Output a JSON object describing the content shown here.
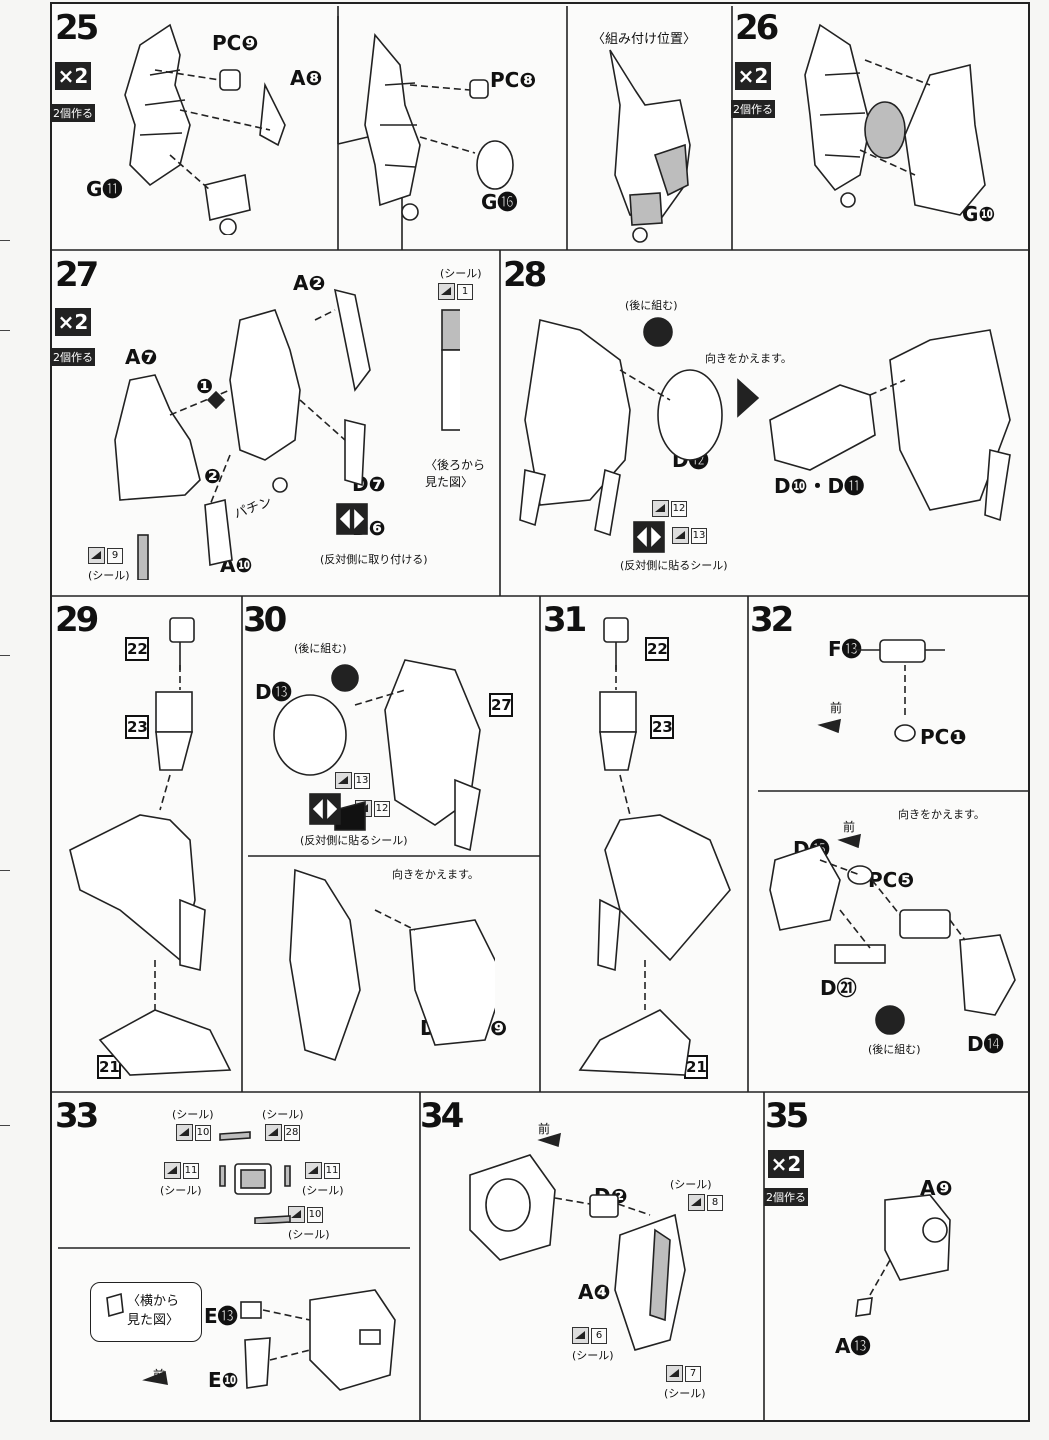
{
  "steps": {
    "s25": {
      "number": "25",
      "multiplier": "×2",
      "make_count": "2個作る",
      "labels": [
        "PC❾",
        "A❽",
        "G⓫"
      ]
    },
    "s25b": {
      "labels": [
        "PC❽",
        "G⓰"
      ]
    },
    "s25c": {
      "caption": "〈組み付け位置〉"
    },
    "s26": {
      "number": "26",
      "multiplier": "×2",
      "make_count": "2個作る",
      "labels": [
        "G❿"
      ]
    },
    "s27": {
      "number": "27",
      "multiplier": "×2",
      "make_count": "2個作る",
      "labels": [
        "A❷",
        "A❼",
        "D❼",
        "A❿"
      ],
      "order_1": "❶",
      "order_2": "❷",
      "snap_text": "パチン",
      "sticker_label": "(シール)",
      "sticker_top_num": "1",
      "sticker_bottom_num": "9",
      "opposite_side": "D❻",
      "opposite_caption": "(反対側に取り付ける)",
      "rear_view": "〈後ろから見た図〉"
    },
    "s28": {
      "number": "28",
      "assemble_later": "(後に組む)",
      "turn_around": "向きをかえます。",
      "labels": [
        "D⓬",
        "D❿・D⓫"
      ],
      "sticker_a": "12",
      "sticker_b": "13",
      "opposite_sticker_caption": "(反対側に貼るシール)"
    },
    "s29": {
      "number": "29",
      "parts": [
        "22",
        "23",
        "21"
      ]
    },
    "s30": {
      "number": "30",
      "assemble_later": "(後に組む)",
      "labels": [
        "D⓭",
        "D❽・D❾"
      ],
      "ref": "27",
      "sticker_a": "13",
      "sticker_b": "12",
      "opposite_sticker_caption": "(反対側に貼るシール)",
      "turn_around": "向きをかえます。"
    },
    "s31": {
      "number": "31",
      "parts": [
        "22",
        "23",
        "21"
      ]
    },
    "s32": {
      "number": "32",
      "labels": [
        "F⓭",
        "PC❶",
        "D⓯",
        "PC❺",
        "D㉑",
        "D⓮"
      ],
      "front": "前",
      "turn_around": "向きをかえます。",
      "assemble_later": "(後に組む)"
    },
    "s33": {
      "number": "33",
      "sticker_label": "(シール)",
      "stickers": [
        "10",
        "28",
        "11",
        "11",
        "10"
      ],
      "side_view": "〈横から見た図〉",
      "labels": [
        "E⓭",
        "E❿"
      ],
      "front": "前"
    },
    "s34": {
      "number": "34",
      "front": "前",
      "labels": [
        "D❷",
        "A❹"
      ],
      "sticker_label": "(シール)",
      "stickers": [
        "8",
        "6",
        "7"
      ]
    },
    "s35": {
      "number": "35",
      "multiplier": "×2",
      "make_count": "2個作る",
      "labels": [
        "A❾",
        "A⓭"
      ]
    }
  }
}
